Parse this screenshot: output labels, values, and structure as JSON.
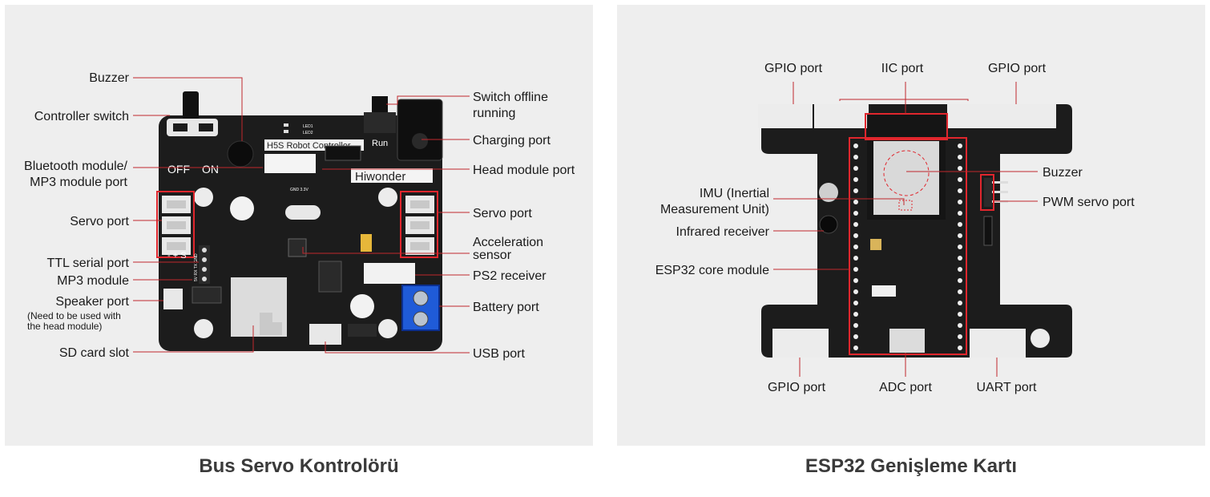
{
  "left_panel": {
    "caption": "Bus Servo Kontrolörü",
    "board": {
      "title_silk": "H5S Robot Controller",
      "brand_silk": "Hiwonder",
      "run_silk": "Run",
      "off_silk": "OFF",
      "on_silk": "ON",
      "led1": "LED1",
      "led2": "LED2",
      "power_silk": "GND 3.3V",
      "pins_silk": "- + S",
      "ttl_pins_silk": "5V RX TX GND"
    },
    "labels": {
      "buzzer": "Buzzer",
      "controller_switch": "Controller switch",
      "bluetooth_line1": "Bluetooth module/",
      "bluetooth_line2": "MP3 module port",
      "servo_port_left": "Servo port",
      "ttl_serial": "TTL serial port",
      "mp3_module": "MP3 module",
      "speaker_port": "Speaker port",
      "speaker_note1": "(Need to be used with",
      "speaker_note2": "the head module)",
      "sd_card": "SD card slot",
      "switch_offline1": "Switch offline",
      "switch_offline2": "running",
      "charging_port": "Charging port",
      "head_module": "Head module port",
      "servo_port_right": "Servo port",
      "accel1": "Acceleration",
      "accel2": "sensor",
      "ps2": "PS2 receiver",
      "battery": "Battery port",
      "usb": "USB port"
    }
  },
  "right_panel": {
    "caption": "ESP32 Genişleme Kartı",
    "labels": {
      "gpio_top_left": "GPIO port",
      "iic": "IIC port",
      "gpio_top_right": "GPIO port",
      "buzzer": "Buzzer",
      "pwm_servo": "PWM servo port",
      "imu1": "IMU (Inertial",
      "imu2": "Measurement Unit)",
      "infrared": "Infrared receiver",
      "esp32_core": "ESP32 core module",
      "gpio_bottom": "GPIO port",
      "adc": "ADC port",
      "uart": "UART port"
    }
  },
  "colors": {
    "panel_bg": "#eeeeee",
    "pcb": "#1c1c1c",
    "leader": "#c0282d",
    "highlight": "#e0262d",
    "terminal_blue": "#1f5bd8"
  }
}
